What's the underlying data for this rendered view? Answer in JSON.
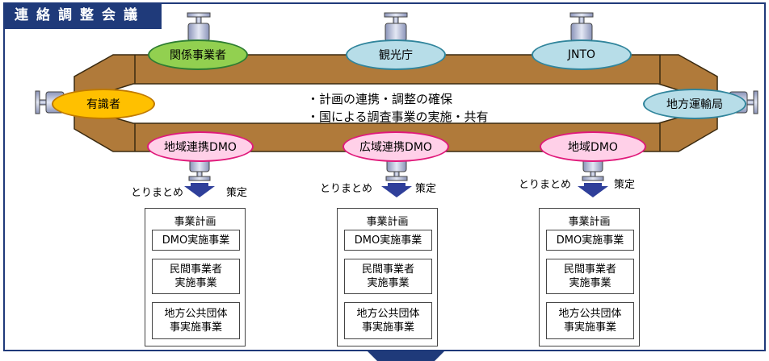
{
  "header": {
    "title": "連絡調整会議"
  },
  "top_members": [
    "関係事業者",
    "観光庁",
    "JNTO"
  ],
  "left_member": "有識者",
  "right_member": "地方運輸局",
  "center_text": [
    "・計画の連携・調整の確保",
    "・国による調査事業の実施・共有"
  ],
  "dmo_nodes": [
    "地域連携DMO",
    "広域連携DMO",
    "地域DMO"
  ],
  "arrow_labels": {
    "left": "とりまとめ",
    "right": "策定"
  },
  "plans": [
    {
      "title": "事業計画",
      "items": [
        "DMO実施事業",
        "民間事業者\n実施事業",
        "地方公共団体\n事実施事業"
      ]
    },
    {
      "title": "事業計画",
      "items": [
        "DMO実施事業",
        "民間事業者\n実施事業",
        "地方公共団体\n事実施事業"
      ]
    },
    {
      "title": "事業計画",
      "items": [
        "DMO実施事業",
        "民間事業者\n実施事業",
        "地方公共団体\n事実施事業"
      ]
    }
  ],
  "colors": {
    "navy": "#1f3a7a",
    "pipe_brown": "#b07a3a",
    "green": "#92d050",
    "light_blue": "#b7dde8",
    "orange": "#ffc000",
    "pink": "#ffd0e8",
    "arrow_blue": "#2f3f9a"
  }
}
